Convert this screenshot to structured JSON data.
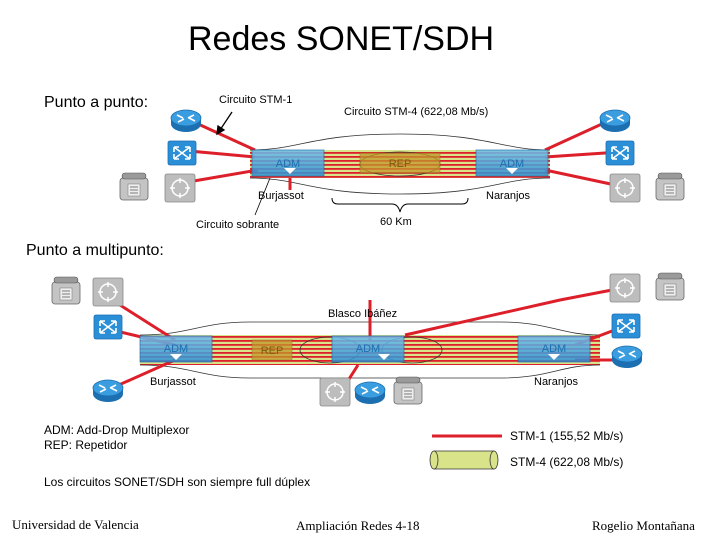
{
  "title": "Redes SONET/SDH",
  "sections": {
    "p2p": "Punto a punto:",
    "p2mp": "Punto a multipunto:"
  },
  "labels": {
    "circuito_stm1": "Circuito STM-1",
    "circuito_stm4": "Circuito STM-4 (622,08 Mb/s)",
    "circuito_sobrante": "Circuito sobrante",
    "km": "60 Km",
    "burjassot_top": "Burjassot",
    "naranjos_top": "Naranjos",
    "blasco": "Blasco Ibáñez",
    "burjassot_bottom": "Burjassot",
    "naranjos_bottom": "Naranjos"
  },
  "devices": {
    "adm": "ADM",
    "rep": "REP"
  },
  "definitions": {
    "adm": "ADM: Add-Drop Multiplexor",
    "rep": "REP: Repetidor",
    "fullduplex": "Los circuitos SONET/SDH son siempre full dúplex"
  },
  "legend": {
    "stm1": "STM-1 (155,52 Mb/s)",
    "stm4": "STM-4 (622,08 Mb/s)"
  },
  "colors": {
    "stm1_line": "#dd1f2a",
    "stm4_fill": "#d9e48a",
    "device_blue": "#2a8fd6",
    "device_gray": "#b9b9b9"
  },
  "footer": {
    "left": "Universidad de Valencia",
    "center": "Ampliación Redes 4-18",
    "right": "Rogelio Montañana"
  }
}
